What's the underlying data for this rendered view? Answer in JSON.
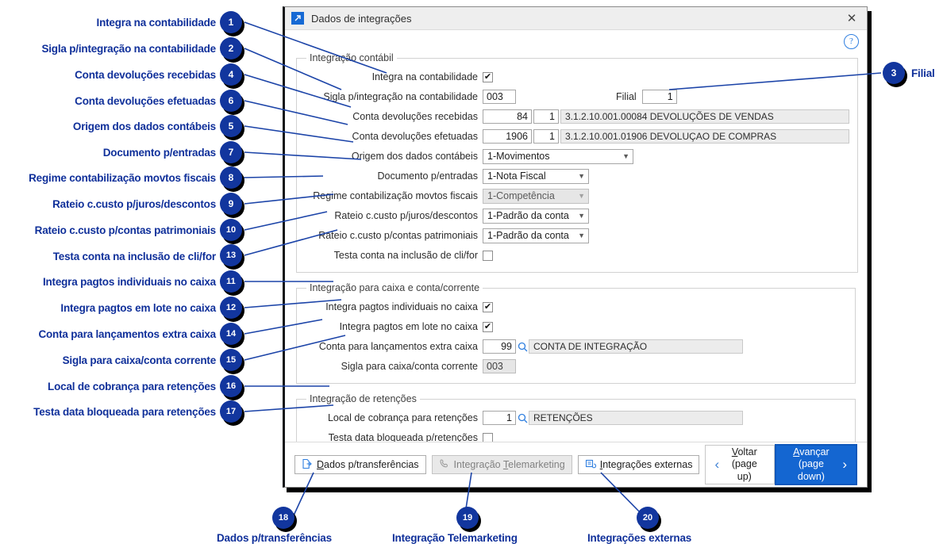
{
  "dialog": {
    "title": "Dados de integrações",
    "title_icon": "arrow-diagonal-icon",
    "close_label": "✕",
    "help_label": "?"
  },
  "groups": {
    "accounting": {
      "legend": "Integração contábil",
      "fields": {
        "integra_label": "Integra na contabilidade",
        "integra_checked": "✔",
        "sigla_label": "Sigla p/integração na contabilidade",
        "sigla_value": "003",
        "filial_label": "Filial",
        "filial_value": "1",
        "dev_receb_label": "Conta devoluções recebidas",
        "dev_receb_num": "84",
        "dev_receb_sub": "1",
        "dev_receb_desc": "3.1.2.10.001.00084 DEVOLUÇÕES DE VENDAS",
        "dev_efet_label": "Conta devoluções efetuadas",
        "dev_efet_num": "1906",
        "dev_efet_sub": "1",
        "dev_efet_desc": "3.1.2.10.001.01906 DEVOLUÇAO DE COMPRAS",
        "origem_label": "Origem dos dados contábeis",
        "origem_value": "1-Movimentos",
        "documento_label": "Documento p/entradas",
        "documento_value": "1-Nota Fiscal",
        "regime_label": "Regime contabilização movtos fiscais",
        "regime_value": "1-Competência",
        "rateio_juros_label": "Rateio c.custo p/juros/descontos",
        "rateio_juros_value": "1-Padrão da conta",
        "rateio_patri_label": "Rateio c.custo p/contas patrimoniais",
        "rateio_patri_value": "1-Padrão da conta",
        "testa_conta_label": "Testa conta na inclusão de cli/for",
        "testa_conta_checked": ""
      }
    },
    "cash": {
      "legend": "Integração para caixa e conta/corrente",
      "fields": {
        "pg_indiv_label": "Integra pagtos individuais no caixa",
        "pg_indiv_checked": "✔",
        "pg_lote_label": "Integra pagtos em lote no caixa",
        "pg_lote_checked": "✔",
        "conta_extra_label": "Conta para lançamentos extra caixa",
        "conta_extra_value": "99",
        "conta_extra_desc": "CONTA DE INTEGRAÇÃO",
        "sigla_caixa_label": "Sigla para caixa/conta corrente",
        "sigla_caixa_value": "003"
      }
    },
    "retention": {
      "legend": "Integração de retenções",
      "fields": {
        "local_label": "Local de cobrança para retenções",
        "local_value": "1",
        "local_desc": "RETENÇÕES",
        "testa_data_label": "Testa data bloqueada p/retenções",
        "testa_data_checked": ""
      }
    }
  },
  "footer": {
    "dados_transf": "Dados p/transferências",
    "dados_transf_accel": "D",
    "dados_transf_rest": "ados p/transferências",
    "telemarketing_pre": "Integração ",
    "telemarketing_accel": "T",
    "telemarketing_rest": "elemarketing",
    "externas_accel": "I",
    "externas_rest": "ntegrações externas",
    "voltar_accel": "V",
    "voltar_rest": "oltar",
    "voltar_sub": "(page up)",
    "avancar_accel": "A",
    "avancar_rest": "vançar",
    "avancar_sub": "(page down)",
    "prev_arrow": "‹",
    "next_arrow": "›"
  },
  "annotations": {
    "left": [
      {
        "n": "1",
        "text": "Integra na contabilidade"
      },
      {
        "n": "2",
        "text": "Sigla p/integração na contabilidade"
      },
      {
        "n": "4",
        "text": "Conta devoluções recebidas"
      },
      {
        "n": "6",
        "text": "Conta devoluções efetuadas"
      },
      {
        "n": "5",
        "text": "Origem dos dados contábeis"
      },
      {
        "n": "7",
        "text": "Documento p/entradas"
      },
      {
        "n": "8",
        "text": "Regime contabilização movtos fiscais"
      },
      {
        "n": "9",
        "text": "Rateio c.custo p/juros/descontos"
      },
      {
        "n": "10",
        "text": "Rateio c.custo p/contas patrimoniais"
      },
      {
        "n": "13",
        "text": "Testa conta na inclusão de cli/for"
      },
      {
        "n": "11",
        "text": "Integra pagtos individuais no caixa"
      },
      {
        "n": "12",
        "text": "Integra pagtos em lote no caixa"
      },
      {
        "n": "14",
        "text": "Conta para lançamentos extra caixa"
      },
      {
        "n": "15",
        "text": "Sigla para caixa/conta corrente"
      },
      {
        "n": "16",
        "text": "Local de cobrança para retenções"
      },
      {
        "n": "17",
        "text": "Testa data bloqueada para retenções"
      }
    ],
    "right": [
      {
        "n": "3",
        "text": "Filial"
      }
    ],
    "bottom": [
      {
        "n": "18",
        "text": "Dados p/transferências"
      },
      {
        "n": "19",
        "text": "Integração Telemarketing"
      },
      {
        "n": "20",
        "text": "Integrações externas"
      }
    ]
  },
  "colors": {
    "annotation_blue": "#12369e",
    "primary_button": "#1466d1",
    "accent_icon": "#2f7fe0"
  }
}
